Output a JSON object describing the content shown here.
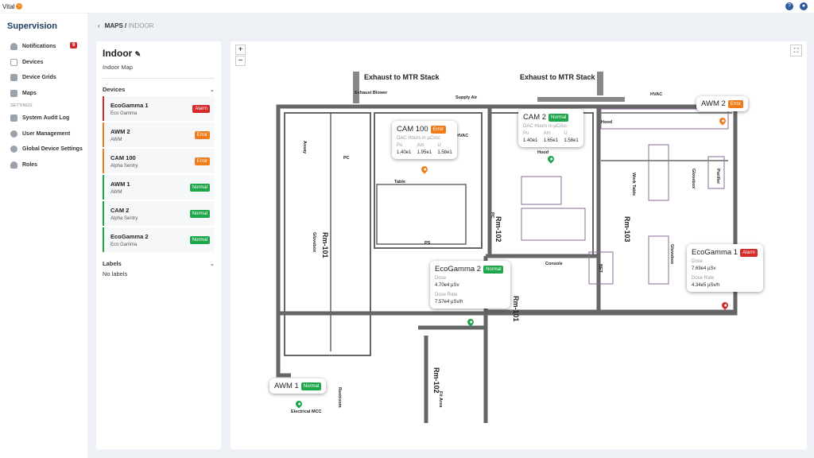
{
  "app": {
    "name": "Vital"
  },
  "sidebar": {
    "title": "Supervision",
    "items": [
      {
        "label": "Notifications",
        "badge": "9"
      },
      {
        "label": "Devices"
      },
      {
        "label": "Device Grids"
      },
      {
        "label": "Maps"
      }
    ],
    "settings_label": "SETTINGS",
    "settings_items": [
      {
        "label": "System Audit Log"
      },
      {
        "label": "User Management"
      },
      {
        "label": "Global Device Settings"
      },
      {
        "label": "Roles"
      }
    ]
  },
  "breadcrumb": {
    "parent": "MAPS",
    "sep": "/",
    "current": "INDOOR"
  },
  "map_info": {
    "title": "Indoor",
    "description": "Indoor Map",
    "devices_header": "Devices",
    "labels_header": "Labels",
    "no_labels": "No labels"
  },
  "colors": {
    "alarm": "#d42a2a",
    "error": "#f07c1a",
    "normal": "#1ea64a"
  },
  "devices": [
    {
      "name": "EcoGamma 1",
      "type": "Eco Gamma",
      "status": "Alarm"
    },
    {
      "name": "AWM 2",
      "type": "AWM",
      "status": "Error"
    },
    {
      "name": "CAM 100",
      "type": "Alpha Sentry",
      "status": "Error"
    },
    {
      "name": "AWM 1",
      "type": "AWM",
      "status": "Normal"
    },
    {
      "name": "CAM 2",
      "type": "Alpha Sentry",
      "status": "Normal"
    },
    {
      "name": "EcoGamma 2",
      "type": "Eco Gamma",
      "status": "Normal"
    }
  ],
  "popups": {
    "cam100": {
      "name": "CAM 100",
      "status": "Error",
      "label": "DAC Hours in µCi/cc",
      "cols": [
        "Pu",
        "Am",
        "U"
      ],
      "vals": [
        "1.40e1",
        "1.95e1",
        "1.58e1"
      ]
    },
    "cam2": {
      "name": "CAM 2",
      "status": "Normal",
      "label": "DAC Hours in µCi/cc",
      "cols": [
        "Pu",
        "Am",
        "U"
      ],
      "vals": [
        "1.40e1",
        "1.65e1",
        "1.58e1"
      ]
    },
    "awm2": {
      "name": "AWM 2",
      "status": "Error"
    },
    "awm1": {
      "name": "AWM 1",
      "status": "Normal"
    },
    "eco1": {
      "name": "EcoGamma 1",
      "status": "Alarm",
      "dose_label": "Dose",
      "dose": "7.69e4 µSv",
      "rate_label": "Dose Rate",
      "rate": "4.34e5 µSv/h"
    },
    "eco2": {
      "name": "EcoGamma 2",
      "status": "Normal",
      "dose_label": "Dose",
      "dose": "4.70e4 µSv",
      "rate_label": "Dose Rate",
      "rate": "7.57e4 µSv/h"
    }
  },
  "floorplan": {
    "labels": [
      "Exhaust to MTR Stack",
      "Exhaust to MTR Stack",
      "Supply Air",
      "Exhaust Blower",
      "HVAC",
      "HVAC",
      "Hood",
      "Hood",
      "Glovebox",
      "Table",
      "PS",
      "Rm-101",
      "Rm-102",
      "Rm-103",
      "Rm-101",
      "Rm-102",
      "Console",
      "Glovebox",
      "Work Table",
      "BET",
      "Restroom",
      "Electrical MCC",
      "Fit Area",
      "PC",
      "PC",
      "Assay",
      "Glovebox",
      "Purifier"
    ]
  }
}
